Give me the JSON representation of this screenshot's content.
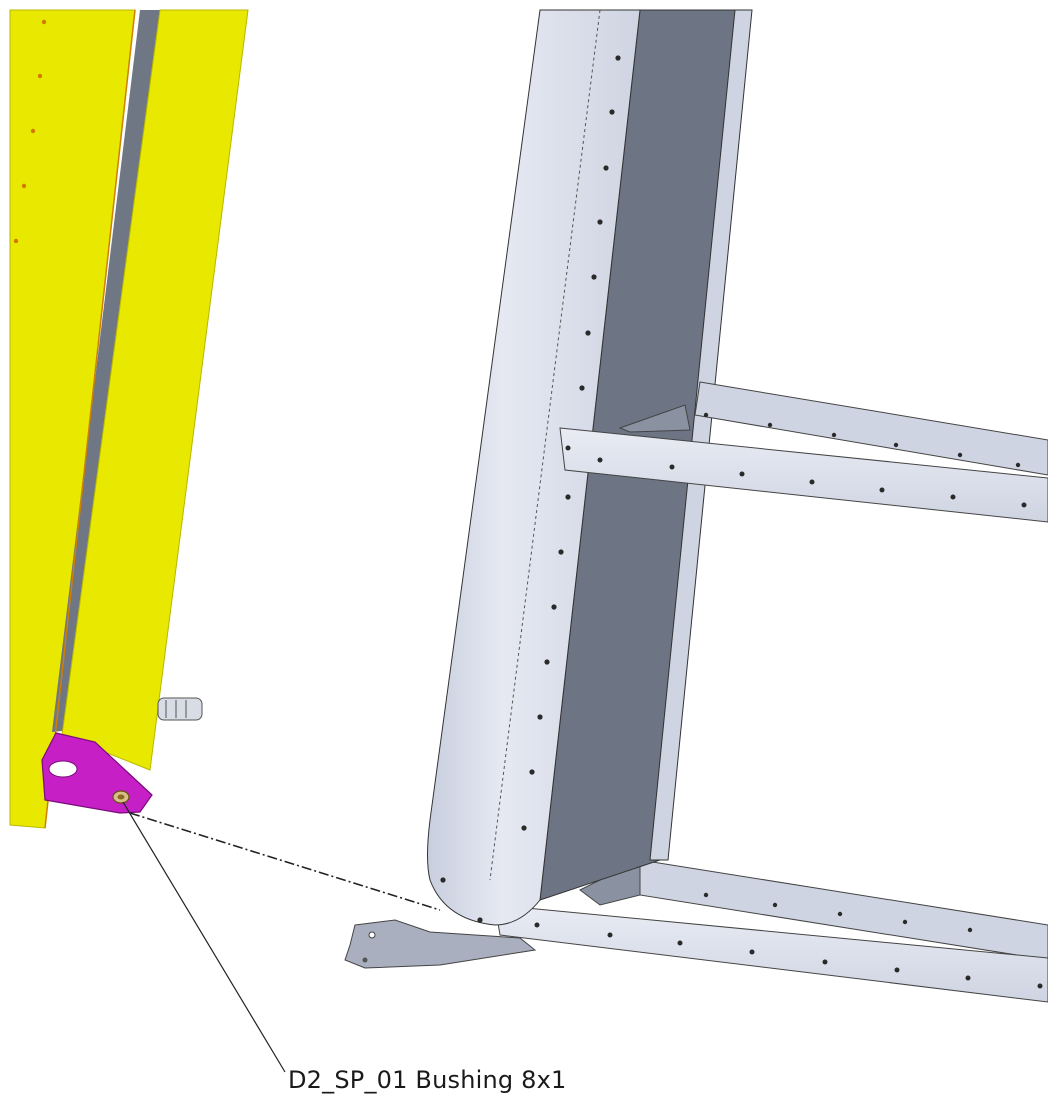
{
  "colors": {
    "yellow_panel": "#e8e800",
    "yellow_edge": "#c8c800",
    "gray_strip": "#6b7280",
    "magenta_bracket": "#c020c0",
    "tube_light": "#d6dbe8",
    "tube_dark": "#707888",
    "rivet": "#2a2a2a",
    "background": "#ffffff"
  },
  "callout": {
    "label": "D2_SP_01 Bushing 8x1"
  },
  "components": [
    "yellow-panel",
    "magenta-bracket",
    "bushing",
    "vertical-tube",
    "upper-crossbar",
    "lower-crossbar",
    "base-plate",
    "fastener-small"
  ]
}
